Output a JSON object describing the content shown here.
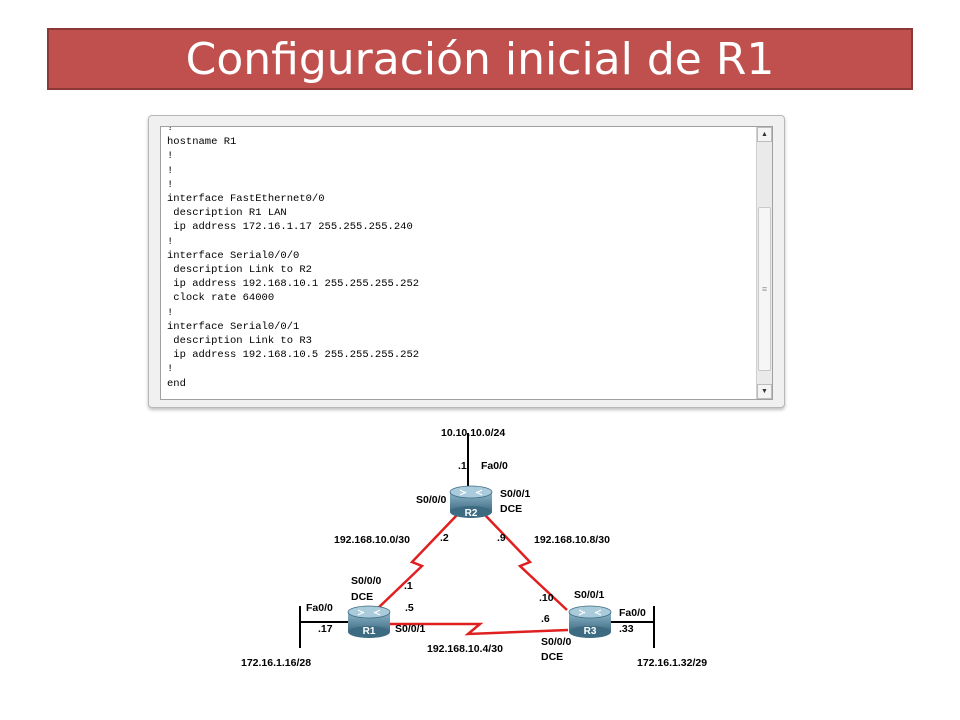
{
  "slide": {
    "title": "Configuración inicial de R1"
  },
  "console": {
    "lines": [
      "!",
      "hostname R1",
      "!",
      "!",
      "!",
      "interface FastEthernet0/0",
      " description R1 LAN",
      " ip address 172.16.1.17 255.255.255.240",
      "!",
      "interface Serial0/0/0",
      " description Link to R2",
      " ip address 192.168.10.1 255.255.255.252",
      " clock rate 64000",
      "!",
      "interface Serial0/0/1",
      " description Link to R3",
      " ip address 192.168.10.5 255.255.255.252",
      "!",
      "end"
    ],
    "scroll_up_icon": "▲",
    "scroll_down_icon": "▼",
    "thumb_grip_icon": "≡"
  },
  "topology": {
    "network_r2_lan": "10.10.10.0/24",
    "r2_fa_host": ".1",
    "r2_fa_iface": "Fa0/0",
    "r2_s000": "S0/0/0",
    "r2_s001": "S0/0/1",
    "r2_dce": "DCE",
    "r2_name": "R2",
    "net_r1_r2": "192.168.10.0/30",
    "net_r2_r3": "192.168.10.8/30",
    "r2_host_left": ".2",
    "r2_host_right": ".9",
    "r1_s000": "S0/0/0",
    "r1_dce": "DCE",
    "r1_host_s000": ".1",
    "r1_host_s001": ".5",
    "r1_fa_iface": "Fa0/0",
    "r1_fa_host": ".17",
    "r1_s001": "S0/0/1",
    "r1_name": "R1",
    "r1_lan": "172.16.1.16/28",
    "net_r1_r3": "192.168.10.4/30",
    "r3_s001": "S0/0/1",
    "r3_host_s001": ".10",
    "r3_host_s000": ".6",
    "r3_fa_iface": "Fa0/0",
    "r3_fa_host": ".33",
    "r3_s000": "S0/0/0",
    "r3_dce": "DCE",
    "r3_name": "R3",
    "r3_lan": "172.16.1.32/29"
  }
}
